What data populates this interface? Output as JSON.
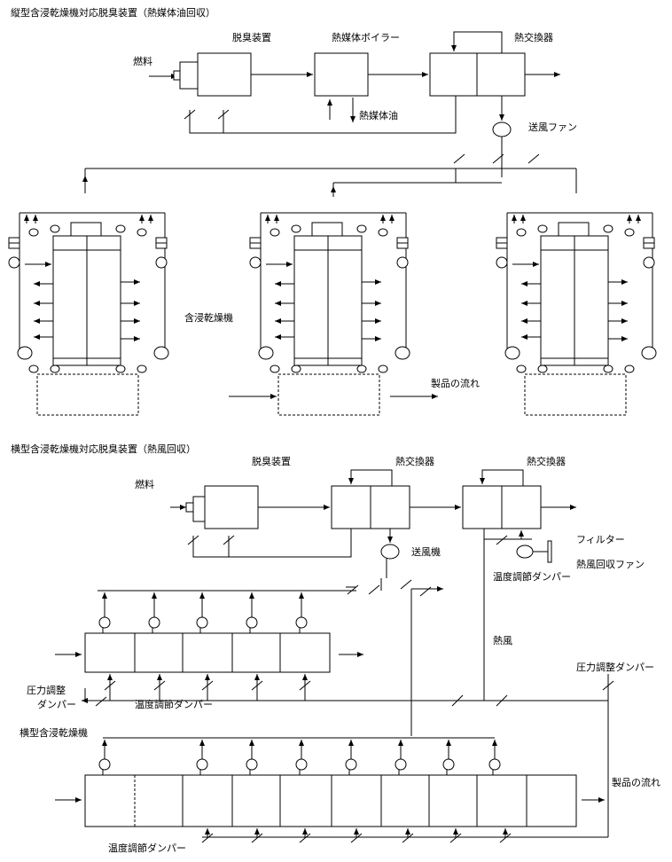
{
  "labels": {
    "title_top": "縦型含浸乾燥機対応脱臭装置（熱媒体油回収）",
    "deodorizer_top": "脱臭装置",
    "boiler": "熱媒体ボイラー",
    "hx_top": "熱交換器",
    "fuel_top": "燃料",
    "oil": "熱媒体油",
    "fan_top": "送風ファン",
    "dryer_vertical": "含浸乾燥機",
    "flow_top": "製品の流れ",
    "title_bottom": "横型含浸乾燥機対応脱臭装置（熱風回収）",
    "deodorizer_bottom": "脱臭装置",
    "hx_b1": "熱交換器",
    "hx_b2": "熱交換器",
    "fuel_bottom": "燃料",
    "blower": "送風機",
    "filter": "フィルター",
    "recovery_fan": "熱風回収ファン",
    "temp_damper_1": "温度調節ダンパー",
    "hot_air": "熱風",
    "pressure_damper_right": "圧力調整ダンパー",
    "pressure_damper_left_1": "圧力調整",
    "pressure_damper_left_2": "ダンパー",
    "temp_damper_2": "温度調節ダンパー",
    "dryer_horizontal": "横型含浸乾燥機",
    "flow_bottom": "製品の流れ",
    "temp_damper_3": "温度調節ダンパー"
  }
}
